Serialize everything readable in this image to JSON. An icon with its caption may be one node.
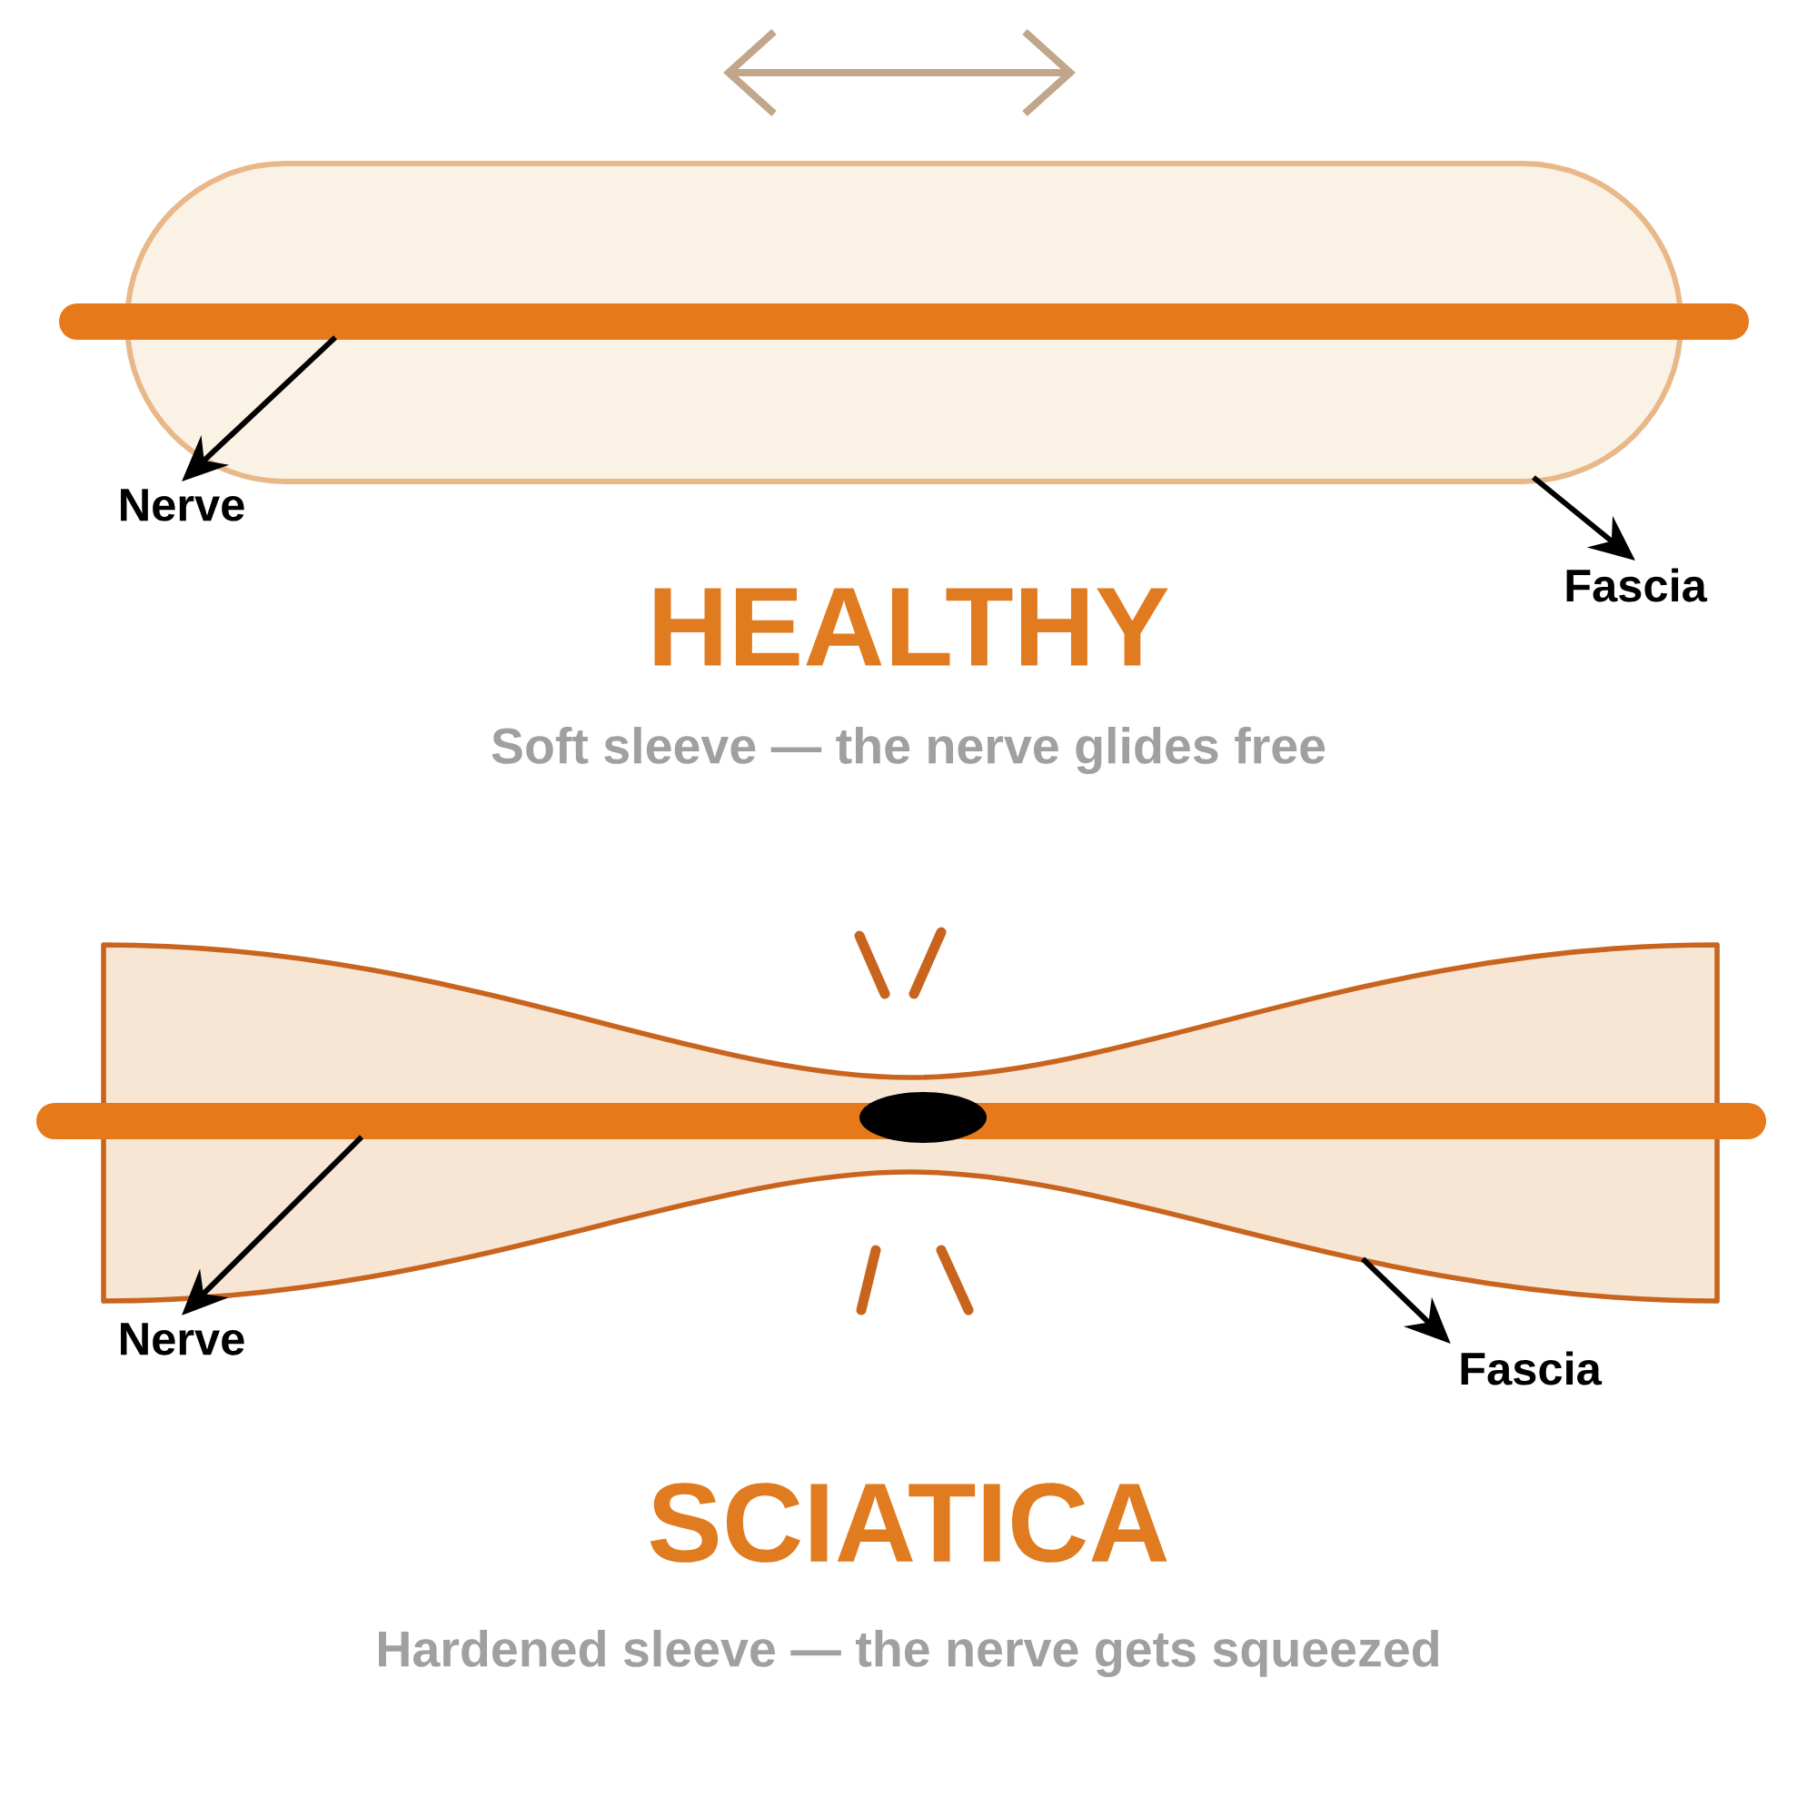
{
  "diagram": {
    "nodes": [
      {
        "text": [],
        "shape": "box"
      },
      {
        "text": [],
        "shape": "bar"
      },
      {
        "text": [
          "Nerve"
        ]
      },
      {
        "text": [
          "Fascia"
        ]
      },
      {
        "text": [],
        "shape": "box"
      },
      {
        "text": [],
        "shape": "bar"
      },
      {
        "text": [
          "Nerve"
        ]
      },
      {
        "text": [
          "Fascia"
        ]
      }
    ],
    "edges": [
      {
        "from": 1,
        "to": 2,
        "arrow": "to"
      },
      {
        "from": 0,
        "to": 3,
        "arrow": "to"
      },
      {
        "from": 5,
        "to": 6,
        "arrow": "to"
      },
      {
        "from": 4,
        "to": 7,
        "arrow": "to"
      }
    ],
    "labels": [
      "HEALTHY",
      "Soft sleeve — the nerve glides free",
      "SCIATICA",
      "Hardened sleeve — the nerve gets squeezed"
    ]
  }
}
